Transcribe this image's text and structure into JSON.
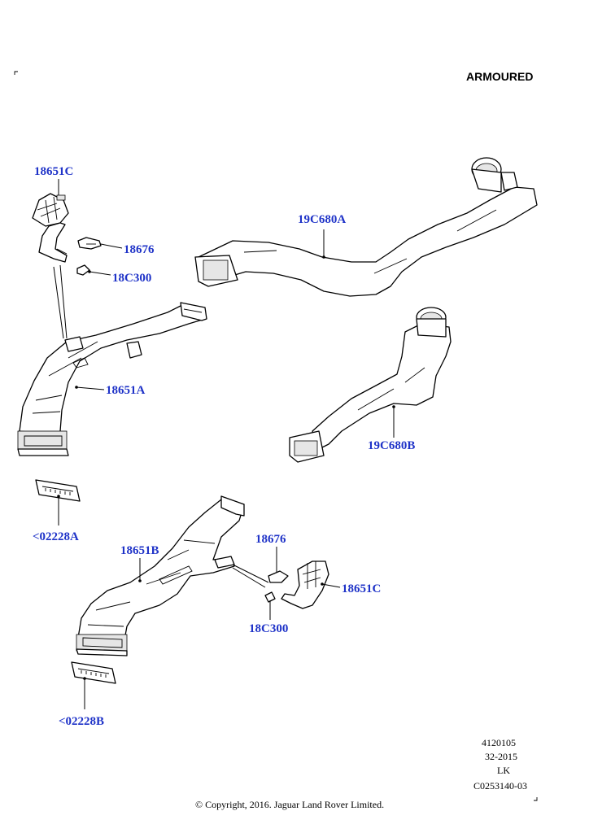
{
  "header": {
    "variant": "ARMOURED"
  },
  "callouts": {
    "c18651C_top": "18651C",
    "c18676_top": "18676",
    "c18C300_top": "18C300",
    "c18651A": "18651A",
    "c02228A": "<02228A",
    "c19C680A": "19C680A",
    "c19C680B": "19C680B",
    "c18676_bot": "18676",
    "c18651B": "18651B",
    "c18651C_bot": "18651C",
    "c18C300_bot": "18C300",
    "c02228B": "<02228B"
  },
  "footer": {
    "ref_1": "4120105",
    "ref_2": "32-2015",
    "ref_3": "LK",
    "ref_4": "C0253140-03",
    "copyright": "© Copyright, 2016. Jaguar Land Rover Limited."
  },
  "colors": {
    "callout": "#1f33c8",
    "line": "#000000"
  }
}
